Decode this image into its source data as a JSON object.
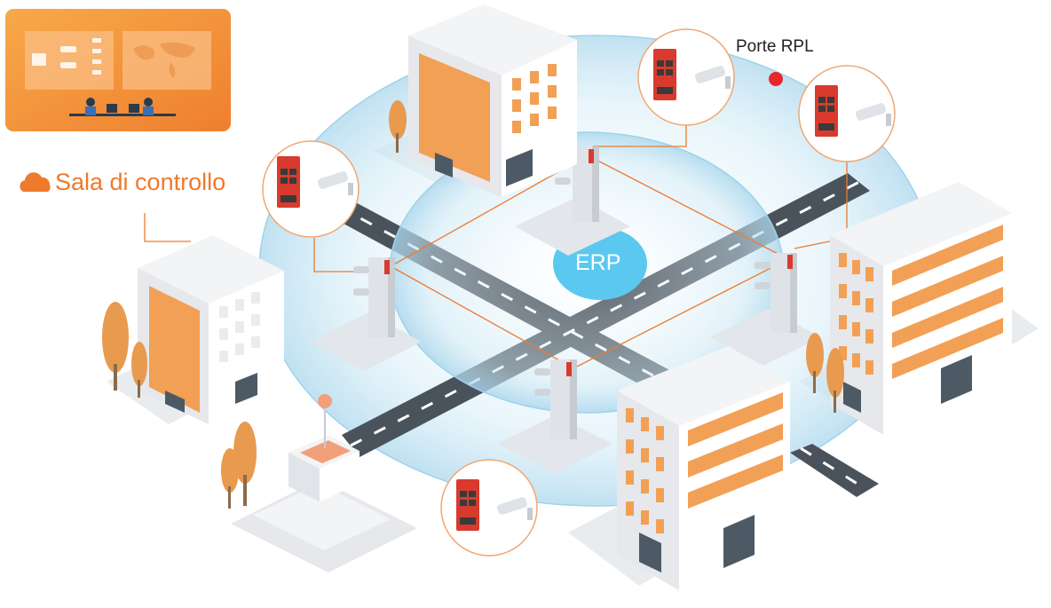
{
  "labels": {
    "control_room": "Sala di controllo",
    "rpl_ports": "Porte RPL",
    "ring": "ERP"
  },
  "colors": {
    "accent_orange": "#ee7a2c",
    "rpl_port_red": "#e8262a",
    "ring_blue": "#5bc8ef",
    "road": "#4a535c",
    "device_red": "#d93a2e"
  },
  "icons": {
    "cloud": "cloud-icon",
    "rpl_dot": "red-dot-icon",
    "device": "industrial-switch-icon",
    "camera": "cctv-camera-icon"
  }
}
